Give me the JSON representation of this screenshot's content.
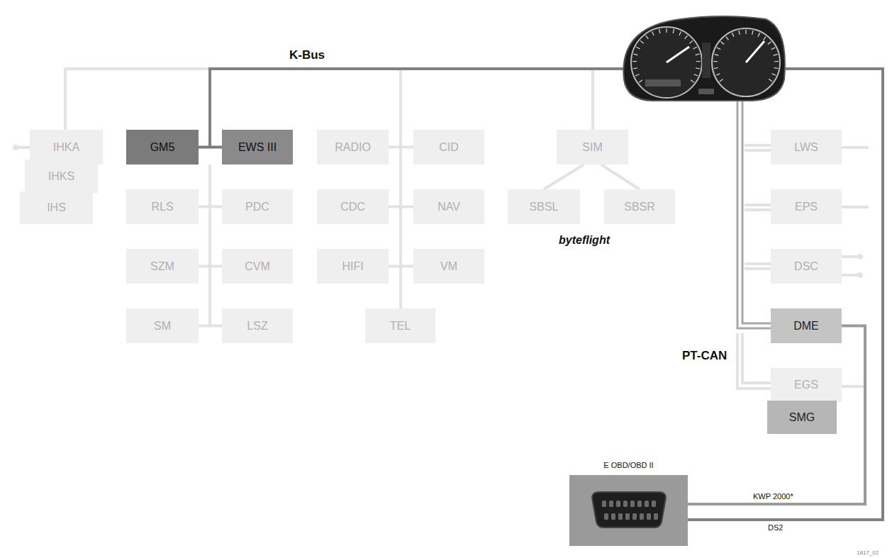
{
  "diagram": {
    "nodes": [
      {
        "text": [
          "IHKA"
        ]
      },
      {
        "text": [
          "IHKS"
        ]
      },
      {
        "text": [
          "IHS"
        ]
      },
      {
        "text": [
          "GM5"
        ]
      },
      {
        "text": [
          "EWS III"
        ]
      },
      {
        "text": [
          "RADIO"
        ]
      },
      {
        "text": [
          "CID"
        ]
      },
      {
        "text": [
          "SIM"
        ]
      },
      {
        "text": [
          "LWS"
        ]
      },
      {
        "text": [
          "RLS"
        ]
      },
      {
        "text": [
          "PDC"
        ]
      },
      {
        "text": [
          "CDC"
        ]
      },
      {
        "text": [
          "NAV"
        ]
      },
      {
        "text": [
          "SBSL"
        ]
      },
      {
        "text": [
          "SBSR"
        ]
      },
      {
        "text": [
          "EPS"
        ]
      },
      {
        "text": [
          "SZM"
        ]
      },
      {
        "text": [
          "CVM"
        ]
      },
      {
        "text": [
          "HIFI"
        ]
      },
      {
        "text": [
          "VM"
        ]
      },
      {
        "text": [
          "DSC"
        ]
      },
      {
        "text": [
          "SM"
        ]
      },
      {
        "text": [
          "LSZ"
        ]
      },
      {
        "text": [
          "TEL"
        ]
      },
      {
        "text": [
          "DME"
        ]
      },
      {
        "text": [
          "EGS"
        ]
      },
      {
        "text": [
          "SMG"
        ]
      },
      {
        "text": [
          "E OBD/OBD II"
        ]
      }
    ],
    "edges": [
      {
        "from": 3,
        "to": 4,
        "arrow": "none"
      },
      {
        "from": 5,
        "to": 6,
        "arrow": "none"
      },
      {
        "from": 9,
        "to": 10,
        "arrow": "none"
      },
      {
        "from": 11,
        "to": 12,
        "arrow": "none"
      },
      {
        "from": 16,
        "to": 17,
        "arrow": "none"
      },
      {
        "from": 18,
        "to": 19,
        "arrow": "none"
      },
      {
        "from": 21,
        "to": 22,
        "arrow": "none"
      },
      {
        "from": 7,
        "to": 13,
        "arrow": "none"
      },
      {
        "from": 7,
        "to": 14,
        "arrow": "none"
      },
      {
        "from": 24,
        "to": 27,
        "label": "KWP 2000*",
        "arrow": "none"
      }
    ],
    "labels": [
      "K-Bus",
      "byteflight",
      "PT-CAN",
      "DS2",
      "1817_02"
    ]
  }
}
